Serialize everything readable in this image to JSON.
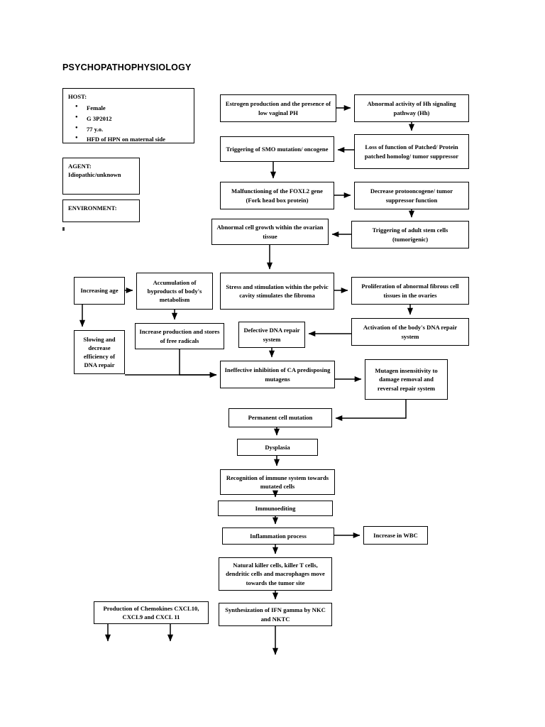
{
  "page": {
    "title": "PSYCHOPATHOPHYSIOLOGY",
    "background": "#ffffff",
    "line_color": "#000000"
  },
  "triad": {
    "host": {
      "label": "HOST:",
      "items": [
        "Female",
        "G 3P2012",
        "77 y.o.",
        "HFD of HPN on maternal side"
      ]
    },
    "agent": {
      "label": "AGENT:",
      "value": "Idiopathic/unknown"
    },
    "environment": {
      "label": "ENVIRONMENT:",
      "value": ""
    }
  },
  "nodes": {
    "estrogen": "Estrogen production and the presence of low vaginal PH",
    "hh_pathway": "Abnormal activity of Hh signaling pathway (Hh)",
    "smo": "Triggering of SMO mutation/ oncogene",
    "patched": "Loss of function of Patched/ Protein patched homolog/ tumor suppressor",
    "foxl2": "Malfunctioning of the FOXL2 gene (Fork head box protein)",
    "protooncogene": "Decrease protooncogene/ tumor suppressor function",
    "abnormal_growth": "Abnormal cell growth within the ovarian tissue",
    "stem_cells": "Triggering of adult stem cells (tumorigenic)",
    "increasing_age": "Increasing age",
    "byproducts": "Accumulation of byproducts of body's metabolism",
    "stress": "Stress and stimulation within the pelvic cavity stimulates the fibroma",
    "proliferation": "Proliferation of abnormal fibrous cell tissues in the ovaries",
    "slowing": "Slowing and decrease efficiency of DNA repair",
    "free_radicals": "Increase production and stores of free radicals",
    "defective_dna": "Defective DNA repair system",
    "activation_dna": "Activation of the body's DNA repair system",
    "ineffective": "Ineffective inhibition of CA predisposing mutagens",
    "mutagen": "Mutagen insensitivity to damage removal and reversal repair system",
    "permanent": "Permanent cell mutation",
    "dysplasia": "Dysplasia",
    "recognition": "Recognition of immune system towards mutated cells",
    "immunoediting": "Immunoediting",
    "inflammation": "Inflammation process",
    "wbc": "Increase in WBC",
    "nk_cells": "Natural killer cells, killer T cells, dendritic cells and macrophages move towards the tumor site",
    "chemokines": "Production of Chemokines CXCL10, CXCL9 and CXCL 11",
    "ifn": "Synthesization of IFN gamma by NKC and NKTC"
  }
}
